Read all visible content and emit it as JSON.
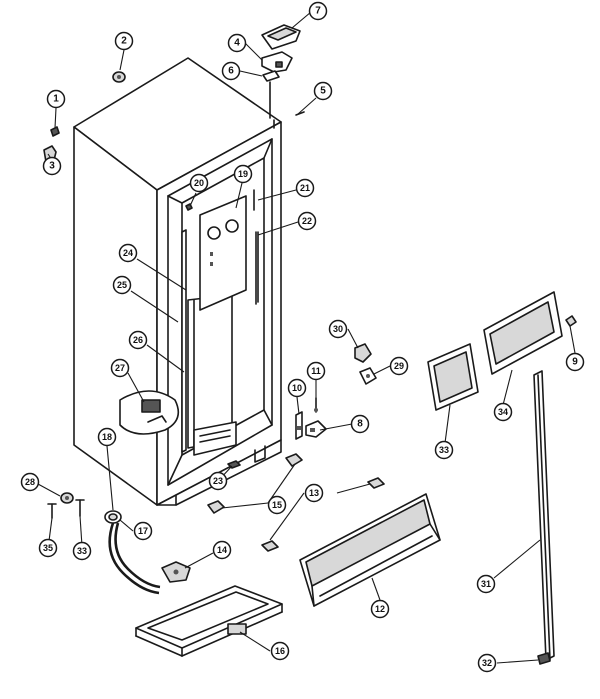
{
  "callouts": [
    {
      "id": "c1",
      "label": "1"
    },
    {
      "id": "c2",
      "label": "2"
    },
    {
      "id": "c3",
      "label": "3"
    },
    {
      "id": "c4",
      "label": "4"
    },
    {
      "id": "c5",
      "label": "5"
    },
    {
      "id": "c6",
      "label": "6"
    },
    {
      "id": "c7",
      "label": "7"
    },
    {
      "id": "c8",
      "label": "8"
    },
    {
      "id": "c9",
      "label": "9"
    },
    {
      "id": "c10",
      "label": "10"
    },
    {
      "id": "c11",
      "label": "11"
    },
    {
      "id": "c12",
      "label": "12"
    },
    {
      "id": "c13",
      "label": "13"
    },
    {
      "id": "c14",
      "label": "14"
    },
    {
      "id": "c15",
      "label": "15"
    },
    {
      "id": "c16",
      "label": "16"
    },
    {
      "id": "c17",
      "label": "17"
    },
    {
      "id": "c18",
      "label": "18"
    },
    {
      "id": "c19",
      "label": "19"
    },
    {
      "id": "c20",
      "label": "20"
    },
    {
      "id": "c21",
      "label": "21"
    },
    {
      "id": "c22",
      "label": "22"
    },
    {
      "id": "c23",
      "label": "23"
    },
    {
      "id": "c24",
      "label": "24"
    },
    {
      "id": "c25",
      "label": "25"
    },
    {
      "id": "c26",
      "label": "26"
    },
    {
      "id": "c27",
      "label": "27"
    },
    {
      "id": "c28",
      "label": "28"
    },
    {
      "id": "c29",
      "label": "29"
    },
    {
      "id": "c30",
      "label": "30"
    },
    {
      "id": "c31",
      "label": "31"
    },
    {
      "id": "c32",
      "label": "32"
    },
    {
      "id": "c33",
      "label": "33"
    },
    {
      "id": "c34",
      "label": "34"
    },
    {
      "id": "c35",
      "label": "35"
    },
    {
      "id": "c33b",
      "label": "33"
    }
  ]
}
